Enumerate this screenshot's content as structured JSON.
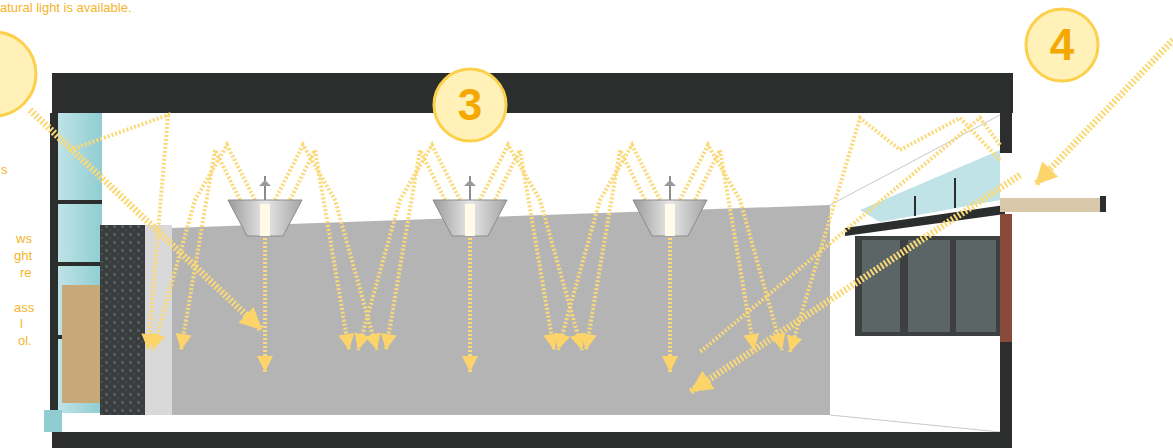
{
  "diagram": {
    "labels": [
      "atural light is available.",
      "s",
      "ws",
      "ght",
      "re",
      "ass",
      "l",
      "ol.",
      "3",
      "4"
    ]
  }
}
